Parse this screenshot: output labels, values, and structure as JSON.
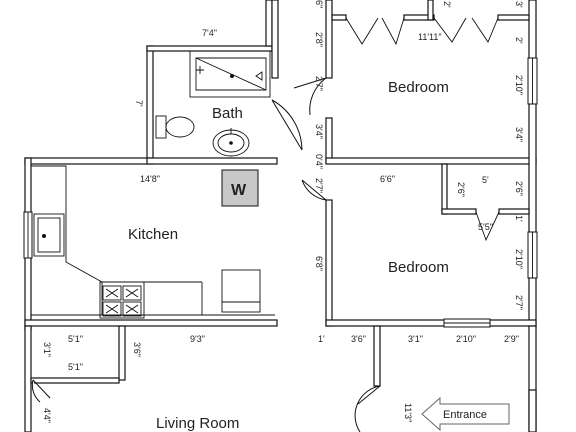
{
  "rooms": {
    "bath": "Bath",
    "bedroom_top": "Bedroom",
    "bedroom_bottom": "Bedroom",
    "kitchen": "Kitchen",
    "living_room": "Living Room"
  },
  "washer_symbol": "W",
  "entrance_label": "Entrance",
  "dimensions": {
    "bath_width": "7'4\"",
    "bath_depth": "7'",
    "bath_door_height": "3'4\"",
    "kitchen_width": "14'8\"",
    "hall_top_1": "6\"",
    "hall_top_2": "2'8\"",
    "hall_door_upper": "2'7\"",
    "hall_door_lower": "2'7\"",
    "hall_gap": "0'4\"",
    "hall_lower": "6'8\"",
    "closet_top_left": "2'",
    "closet_top_right": "3'",
    "closet_top_width": "11'11\"",
    "closet_top_right_height": "2'",
    "bedroom_top_window": "2'10\"",
    "bedroom_top_lower": "3'4\"",
    "bedroom_bottom_width": "6'6\"",
    "closet_b_height": "2'6\"",
    "closet_b_width": "5'",
    "closet_b_right": "2'6\"",
    "closet_b_side": "1'",
    "closet_b_door": "5'5\"",
    "bedroom_bottom_window": "2'10\"",
    "bedroom_bottom_lower": "2'7\"",
    "bottom_1": "1'",
    "bottom_2": "3'6\"",
    "bottom_3": "3'1\"",
    "bottom_4": "2'10\"",
    "bottom_5": "2'9\"",
    "closet_l_width_top": "5'1\"",
    "closet_l_height": "3'1\"",
    "closet_l_width_bottom": "5'1\"",
    "living_left": "4'4\"",
    "living_top_mid": "3'6\"",
    "living_top_width": "9'3\"",
    "entrance_door_height": "11'3\""
  }
}
